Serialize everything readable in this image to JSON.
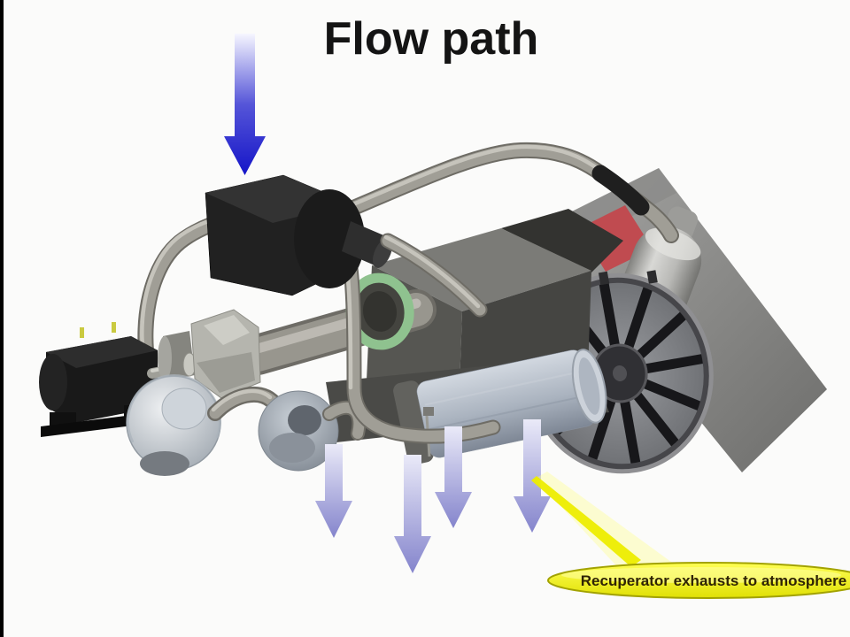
{
  "title": "Flow path",
  "callout": {
    "text": "Recuperator exhausts to atmosphere"
  },
  "arrows": {
    "inlet_count": 1,
    "exhaust_count": 4,
    "direction": "down"
  },
  "icons": {
    "inlet_arrow": "down-arrow",
    "exhaust_arrow": "down-arrow",
    "callout_pointer": "leader-line"
  },
  "colors": {
    "accent_blue": "#1515c8",
    "exhaust_arrow": "#8484cc",
    "callout_fill_top": "#ffff55",
    "callout_fill_bottom": "#e0e005",
    "callout_border": "#a2a200",
    "callout_text": "#2f2305",
    "green_ring": "#8fc28f",
    "highlight_red": "#c04b50",
    "machine_metal": "#a09e96",
    "drum_blue_gray": "#aab3bf",
    "background": "#fbfbfa",
    "edge_bar": "#000000"
  }
}
